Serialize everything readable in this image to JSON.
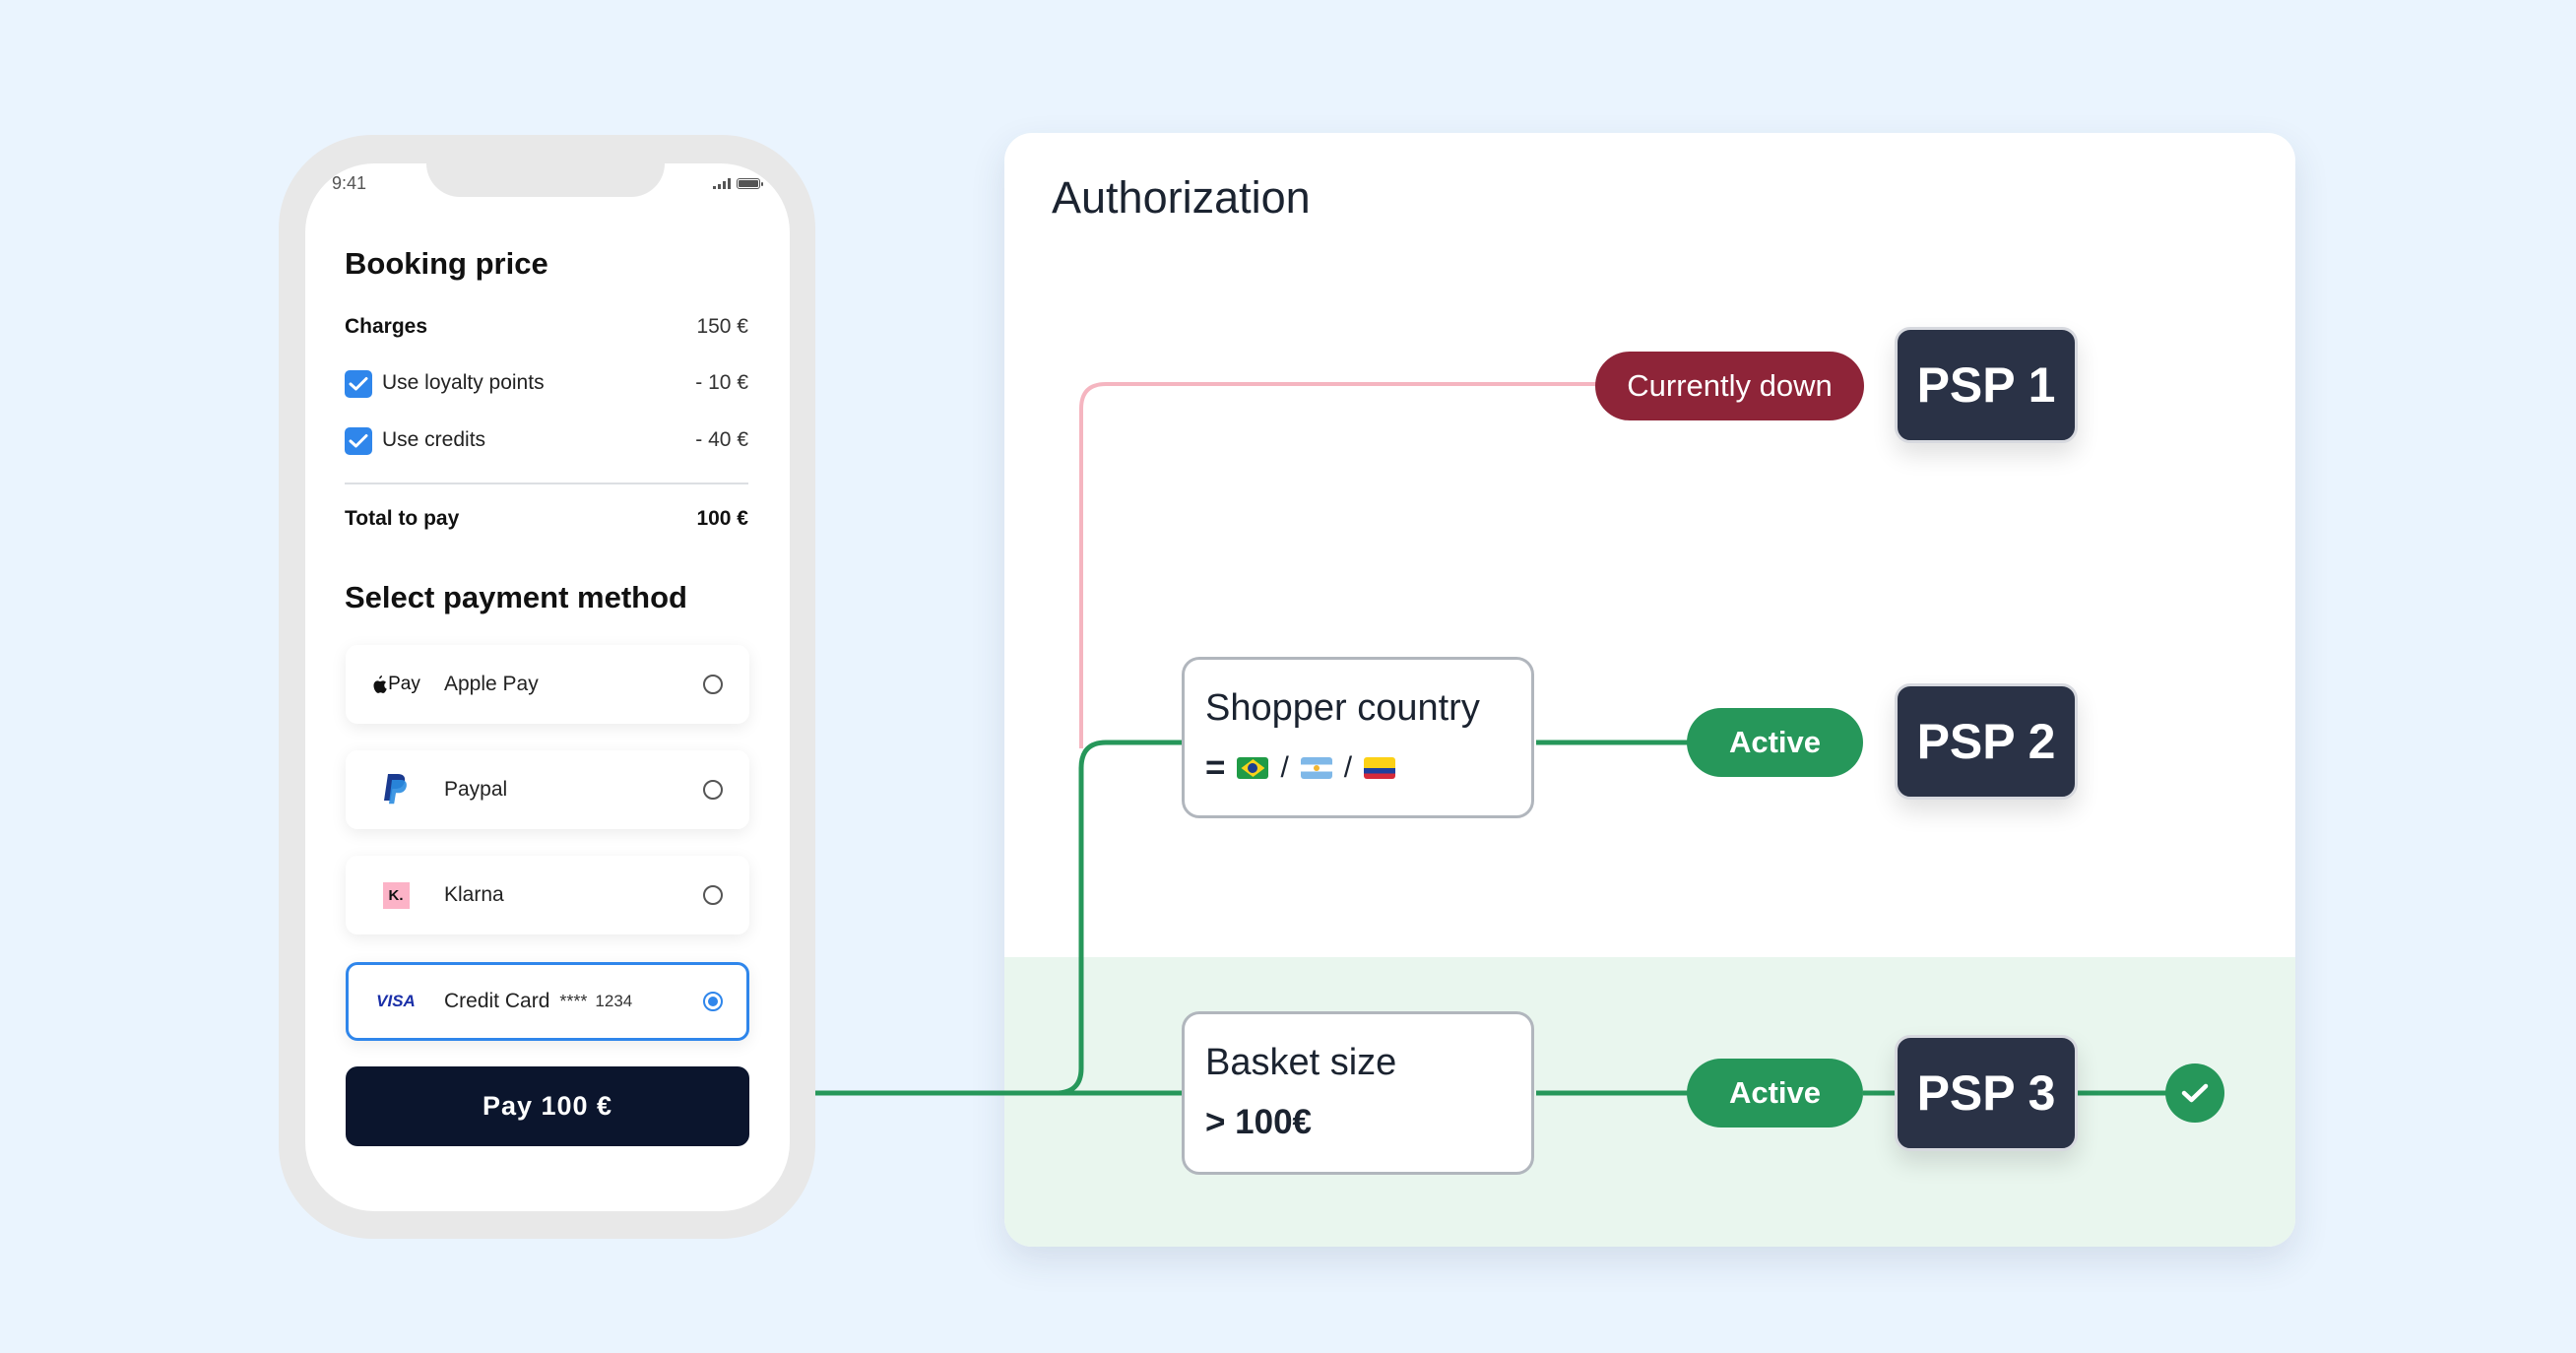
{
  "colors": {
    "background": "#eaf4fe",
    "accent_blue": "#2f86eb",
    "pay_button": "#0b152d",
    "active_green": "#26975a",
    "down_red": "#8e2438",
    "down_line_pink": "#f5b5c0",
    "psp_box": "#2a3246",
    "selected_zone": "#e9f6ee"
  },
  "phone": {
    "status_bar": {
      "time": "9:41",
      "icons": [
        "signal-icon",
        "battery-icon"
      ]
    },
    "booking": {
      "title": "Booking price",
      "charges_label": "Charges",
      "charges_value": "150 €",
      "items": [
        {
          "label": "Use loyalty points",
          "value": "- 10 €",
          "checked": true
        },
        {
          "label": "Use credits",
          "value": "- 40 €",
          "checked": true
        }
      ],
      "total_label": "Total to pay",
      "total_value": "100 €"
    },
    "payment": {
      "title": "Select payment method",
      "methods": [
        {
          "logo": "apple-pay-logo",
          "logo_text": "Pay",
          "label": "Apple Pay",
          "selected": false
        },
        {
          "logo": "paypal-logo",
          "logo_text": "P",
          "label": "Paypal",
          "selected": false
        },
        {
          "logo": "klarna-logo",
          "logo_text": "K.",
          "label": "Klarna",
          "selected": false
        },
        {
          "logo": "visa-logo",
          "logo_text": "VISA",
          "label": "Credit Card",
          "mask": "****",
          "last4": "1234",
          "selected": true
        }
      ],
      "pay_button": "Pay 100 €"
    }
  },
  "authorization": {
    "title": "Authorization",
    "routes": [
      {
        "condition": null,
        "status": "Currently down",
        "status_type": "down",
        "psp": "PSP 1"
      },
      {
        "condition": {
          "title": "Shopper country",
          "operator": "=",
          "values": [
            "Brazil flag",
            "Argentina flag",
            "Colombia flag"
          ],
          "separator": "/"
        },
        "status": "Active",
        "status_type": "active",
        "psp": "PSP 2"
      },
      {
        "condition": {
          "title": "Basket size",
          "value": "> 100€"
        },
        "status": "Active",
        "status_type": "active",
        "psp": "PSP 3",
        "selected": true,
        "result_icon": "check-icon"
      }
    ]
  }
}
